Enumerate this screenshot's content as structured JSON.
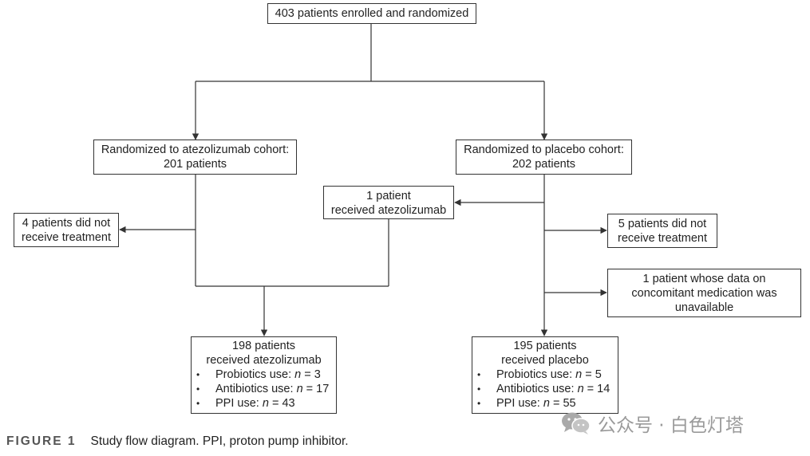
{
  "enrolled": "403 patients enrolled and randomized",
  "atezo_cohort": {
    "line1": "Randomized to atezolizumab cohort:",
    "line2": "201 patients"
  },
  "placebo_cohort": {
    "line1": "Randomized to placebo cohort:",
    "line2": "202 patients"
  },
  "crossover": {
    "line1": "1 patient",
    "line2": "received atezolizumab"
  },
  "atezo_excluded": {
    "line1": "4 patients did not",
    "line2": "receive treatment"
  },
  "placebo_excluded": {
    "line1": "5 patients did not",
    "line2": "receive treatment"
  },
  "placebo_unavailable": {
    "line1": "1 patient whose data on",
    "line2": "concomitant medication was",
    "line3": "unavailable"
  },
  "atezo_result": {
    "line1": "198 patients",
    "line2": "received atezolizumab",
    "items": [
      {
        "label": "Probiotics use: ",
        "n": "n",
        "value": " = 3"
      },
      {
        "label": "Antibiotics use: ",
        "n": "n",
        "value": " = 17"
      },
      {
        "label": "PPI use: ",
        "n": "n",
        "value": " = 43"
      }
    ]
  },
  "placebo_result": {
    "line1": "195 patients",
    "line2": "received placebo",
    "items": [
      {
        "label": "Probiotics use: ",
        "n": "n",
        "value": " = 5"
      },
      {
        "label": "Antibiotics use: ",
        "n": "n",
        "value": " = 14"
      },
      {
        "label": "PPI use: ",
        "n": "n",
        "value": " = 55"
      }
    ]
  },
  "bullet": "•",
  "caption": {
    "label": "FIGURE 1",
    "text": "Study flow diagram. PPI, proton pump inhibitor."
  },
  "watermark": {
    "text": "公众号 · 白色灯塔",
    "icon": "wechat-icon"
  }
}
